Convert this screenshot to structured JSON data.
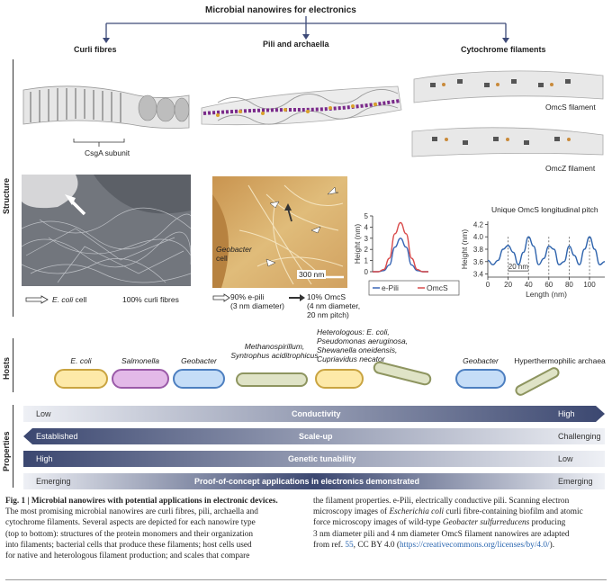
{
  "title": "Microbial nanowires for electronics",
  "columns": {
    "curli": "Curli fibres",
    "pili": "Pili and archaella",
    "cyto": "Cytochrome filaments"
  },
  "row_labels": {
    "structure": "Structure",
    "hosts": "Hosts",
    "properties": "Properties"
  },
  "structure": {
    "csga": "CsgA subunit",
    "omcs_filament": "OmcS filament",
    "omcz_filament": "OmcZ filament",
    "ecoli_cell_label": "E. coli",
    "ecoli_cell_suffix": "cell",
    "curli_pct": "100% curli fibres",
    "geobacter_cell_1": "Geobacter",
    "geobacter_cell_2": "cell",
    "scalebar": "300 nm",
    "epili_line1": "90% e-pili",
    "epili_line2": "(3 nm diameter)",
    "omcs_line1": "10% OmcS",
    "omcs_line2": "(4 nm diameter,",
    "omcs_line3": "20 nm pitch)"
  },
  "hosts": {
    "ecoli": "E. coli",
    "salmonella": "Salmonella",
    "geobacter1": "Geobacter",
    "methano_1": "Methanospirillum,",
    "methano_2": "Syntrophus aciditrophicus",
    "hetero_1": "Heterologous: E. coli,",
    "hetero_2": "Pseudomonas aeruginosa,",
    "hetero_3": "Shewanella oneidensis,",
    "hetero_4": "Cupriavidus necator",
    "geobacter2": "Geobacter",
    "hyper": "Hyperthermophilic archaea"
  },
  "properties": [
    {
      "left": "Low",
      "mid": "Conductivity",
      "right": "High",
      "direction": "right"
    },
    {
      "left": "Established",
      "mid": "Scale-up",
      "right": "Challenging",
      "direction": "left"
    },
    {
      "left": "High",
      "mid": "Genetic tunability",
      "right": "Low",
      "direction": "none"
    },
    {
      "left": "Emerging",
      "mid": "Proof-of-concept applications in electronics demonstrated",
      "right": "Emerging",
      "direction": "none"
    }
  ],
  "caption": {
    "fig": "Fig. 1 | Microbial nanowires with potential applications in electronic devices.",
    "l1": "The most promising microbial nanowires are curli fibres, pili, archaella and",
    "l2": "cytochrome filaments. Several aspects are depicted for each nanowire type",
    "l3": "(top to bottom): structures of the protein monomers and their organization",
    "l4": "into filaments; bacterial cells that produce these filaments; host cells used",
    "l5": "for native and heterologous filament production; and scales that compare",
    "r1": "the filament properties. e-Pili, electrically conductive pili. Scanning electron",
    "r2a": "microscopy images of ",
    "r2b": "Escherichia coli",
    "r2c": " curli fibre-containing biofilm and atomic",
    "r3a": "force microscopy images of wild-type ",
    "r3b": "Geobacter sulfurreducens",
    "r3c": " producing",
    "r4": "3 nm diameter pili and 4 nm diameter OmcS filament nanowires are adapted",
    "r5a": "from ref. ",
    "r5ref": "55",
    "r5b": ", CC BY 4.0 (",
    "r5url": "https://creativecommons.org/licenses/by/4.0/",
    "r5c": ")."
  },
  "chart_data": [
    {
      "type": "line",
      "title": "",
      "xlabel": "",
      "ylabel": "Height (nm)",
      "ylim": [
        0,
        5
      ],
      "yticks": [
        0,
        1,
        2,
        3,
        4,
        5
      ],
      "legend": "bottom",
      "series": [
        {
          "name": "e-Pili",
          "color": "#3a66b5",
          "x": [
            0,
            1,
            2,
            3,
            4,
            5,
            6,
            7,
            8,
            9,
            10
          ],
          "y": [
            0,
            0,
            0.1,
            0.6,
            2.2,
            3.0,
            2.2,
            0.6,
            0.1,
            0,
            0
          ]
        },
        {
          "name": "OmcS",
          "color": "#d94b4b",
          "x": [
            0,
            1,
            2,
            3,
            4,
            5,
            6,
            7,
            8,
            9,
            10
          ],
          "y": [
            0,
            0,
            0.2,
            1.2,
            3.4,
            4.4,
            3.4,
            1.2,
            0.2,
            0,
            0
          ]
        }
      ]
    },
    {
      "type": "line",
      "title": "Unique OmcS longitudinal pitch",
      "xlabel": "Length (nm)",
      "ylabel": "Height (nm)",
      "xlim": [
        0,
        115
      ],
      "ylim": [
        3.35,
        4.25
      ],
      "xticks": [
        0,
        20,
        40,
        60,
        80,
        100
      ],
      "yticks": [
        3.4,
        3.6,
        3.8,
        4.0,
        4.2
      ],
      "annotation": "20 nm",
      "series": [
        {
          "name": "OmcS",
          "color": "#2f64ad",
          "x": [
            0,
            5,
            10,
            15,
            20,
            25,
            30,
            35,
            40,
            45,
            50,
            55,
            60,
            65,
            70,
            75,
            80,
            85,
            90,
            95,
            100,
            105,
            110,
            115
          ],
          "y": [
            3.62,
            3.55,
            3.62,
            3.8,
            3.86,
            3.75,
            3.55,
            3.75,
            4.0,
            3.85,
            3.55,
            3.65,
            3.85,
            3.8,
            3.55,
            3.6,
            3.85,
            3.7,
            3.55,
            3.8,
            4.0,
            3.8,
            3.55,
            3.6
          ]
        }
      ]
    }
  ]
}
